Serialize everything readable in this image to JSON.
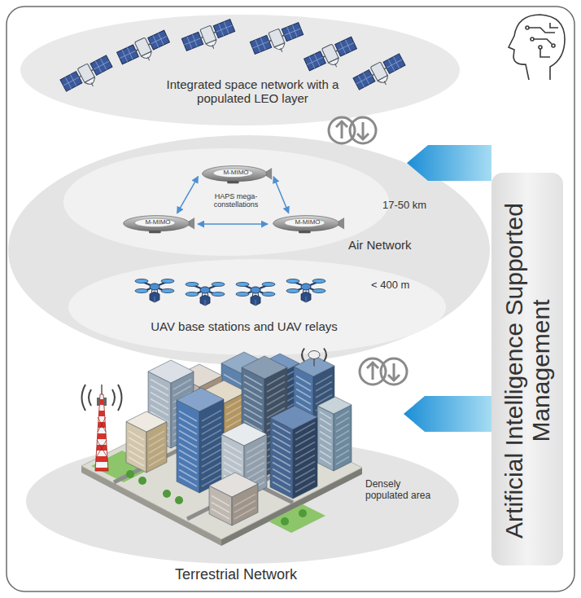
{
  "diagram": {
    "nodes": [
      {
        "text": [
          "Integrated space network with a populated LEO layer"
        ]
      },
      {
        "text": [
          "Air Network"
        ]
      },
      {
        "text": [
          "HAPS mega-constellations"
        ],
        "in": 1
      },
      {
        "text": [
          "M-MIMO"
        ],
        "in": 2
      },
      {
        "text": [
          "M-MIMO"
        ],
        "in": 2
      },
      {
        "text": [
          "M-MIMO"
        ],
        "in": 2
      },
      {
        "text": [
          "UAV base stations and UAV relays",
          "< 400 m"
        ],
        "in": 1
      },
      {
        "text": [
          "Densely populated area",
          "Terrestrial Network"
        ]
      },
      {
        "text": [
          "Artificial Intelligence Supported Management"
        ]
      }
    ],
    "edges": [
      {
        "from": 3,
        "to": 4,
        "arrow": "both"
      },
      {
        "from": 3,
        "to": 5,
        "arrow": "both"
      },
      {
        "from": 4,
        "to": 5,
        "arrow": "both"
      }
    ],
    "labels": [
      "17-50 km"
    ]
  }
}
